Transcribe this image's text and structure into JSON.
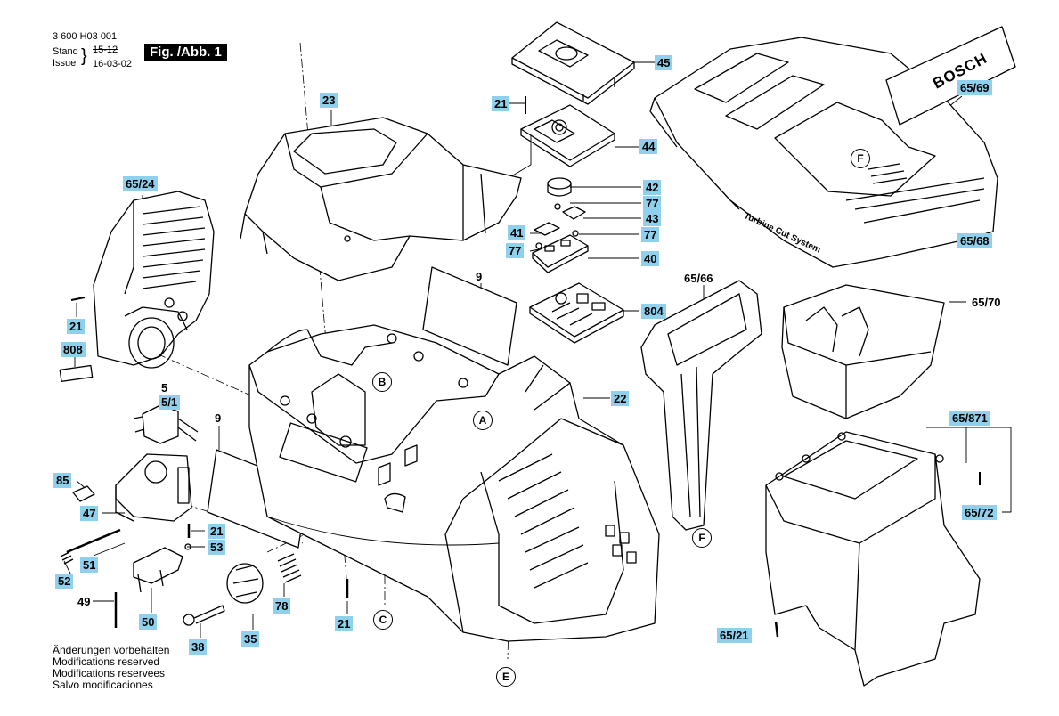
{
  "header": {
    "doc_number": "3 600 H03 001",
    "stand_label": "Stand",
    "stand_value": "15-12",
    "issue_label": "Issue",
    "issue_value": "16-03-02",
    "figure_label": "Fig. /Abb. 1"
  },
  "notes": [
    "Änderungen vorbehalten",
    "Modifications reserved",
    "Modifications reservees",
    "Salvo modificaciones"
  ],
  "brand": {
    "logo_text": "BOSCH",
    "product_text": "Turbine Cut System"
  },
  "colors": {
    "label_bg": "#8fd0ec",
    "line": "#000000",
    "background": "#ffffff"
  },
  "part_labels": [
    "45",
    "21",
    "44",
    "23",
    "42",
    "77",
    "43",
    "41",
    "77",
    "77",
    "40",
    "65/24",
    "9",
    "804",
    "65/66",
    "21",
    "808",
    "5",
    "5/1",
    "22",
    "9",
    "85",
    "47",
    "21",
    "53",
    "51",
    "52",
    "49",
    "50",
    "38",
    "35",
    "78",
    "21",
    "65/69",
    "65/68",
    "65/70",
    "65/871",
    "65/72",
    "65/21"
  ],
  "detail_letters": [
    "B",
    "A",
    "F",
    "F",
    "C",
    "E"
  ]
}
